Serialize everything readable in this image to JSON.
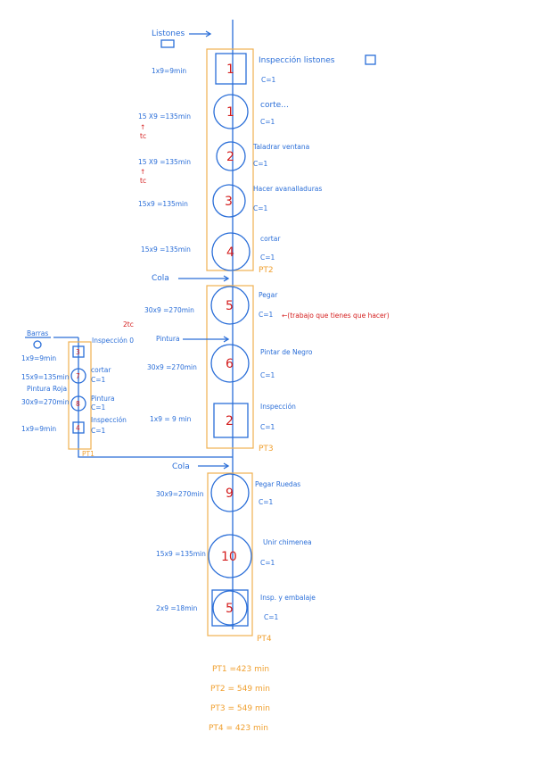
{
  "top": {
    "listones_label": "Listones",
    "cola1": "Cola",
    "cola2": "Cola",
    "pintura_label": "Pintura",
    "barras_label": "Barras"
  },
  "main_ops": [
    {
      "id": "n1",
      "symbol": "1",
      "shape": "square",
      "name": "Inspección listones",
      "cap": "C=1",
      "time": "1x9=9min"
    },
    {
      "id": "n2",
      "symbol": "1",
      "shape": "circle",
      "name": "corte...",
      "cap": "C=1",
      "time": "15 X9 =135min",
      "tc": "tc"
    },
    {
      "id": "n3",
      "symbol": "2",
      "shape": "circle",
      "name": "Taladrar ventana",
      "cap": "C=1",
      "time": "15 X9 =135min",
      "tc": "tc"
    },
    {
      "id": "n4",
      "symbol": "3",
      "shape": "circle",
      "name": "Hacer avanalladuras",
      "cap": "C=1",
      "time": "15x9 =135min"
    },
    {
      "id": "n5",
      "symbol": "4",
      "shape": "circle",
      "name": "cortar",
      "cap": "C=1",
      "time": "15x9 =135min"
    },
    {
      "id": "n6",
      "symbol": "5",
      "shape": "circle",
      "name": "Pegar",
      "cap": "C=1",
      "time": "30x9 =270min",
      "tc": "2tc",
      "note": "←(trabajo que tienes que hacer)"
    },
    {
      "id": "n7",
      "symbol": "6",
      "shape": "circle",
      "name": "Pintar de Negro",
      "cap": "C=1",
      "time": "30x9 =270min"
    },
    {
      "id": "n8",
      "symbol": "2",
      "shape": "square",
      "name": "Inspección",
      "cap": "C=1",
      "time": "1x9 = 9 min"
    },
    {
      "id": "n9",
      "symbol": "9",
      "shape": "circle",
      "name": "Pegar Ruedas",
      "cap": "C=1",
      "time": "30x9=270min"
    },
    {
      "id": "n10",
      "symbol": "10",
      "shape": "circle",
      "name": "Unir chimenea",
      "cap": "C=1",
      "time": "15x9 =135min"
    },
    {
      "id": "n11",
      "symbol": "5",
      "shape": "combo",
      "name": "Insp. y embalaje",
      "cap": "C=1",
      "time": "2x9 =18min"
    }
  ],
  "side_ops": [
    {
      "symbol": "3",
      "shape": "square",
      "name": "Inspección 0",
      "cap": "",
      "time": "1x9=9min"
    },
    {
      "symbol": "7",
      "shape": "circle",
      "name": "cortar",
      "cap": "C=1",
      "time": "15x9=135min"
    },
    {
      "symbol": "8",
      "shape": "circle",
      "name": "Pintura",
      "cap": "C=1",
      "time": "30x9=270min"
    },
    {
      "symbol": "4",
      "shape": "square",
      "name": "Inspección",
      "cap": "C=1",
      "time": "1x9=9min"
    }
  ],
  "side_extra": {
    "pintura_roja": "Pintura Roja"
  },
  "pt_labels": [
    "PT2",
    "PT3",
    "PT1",
    "PT4"
  ],
  "totals": [
    "PT1 =423 min",
    "PT2 = 549 min",
    "PT3 = 549 min",
    "PT4 = 423 min"
  ],
  "colors": {
    "line": "#2a6ed8",
    "number": "#d41c1c",
    "box": "#f0b050",
    "totals": "#f0a030"
  }
}
